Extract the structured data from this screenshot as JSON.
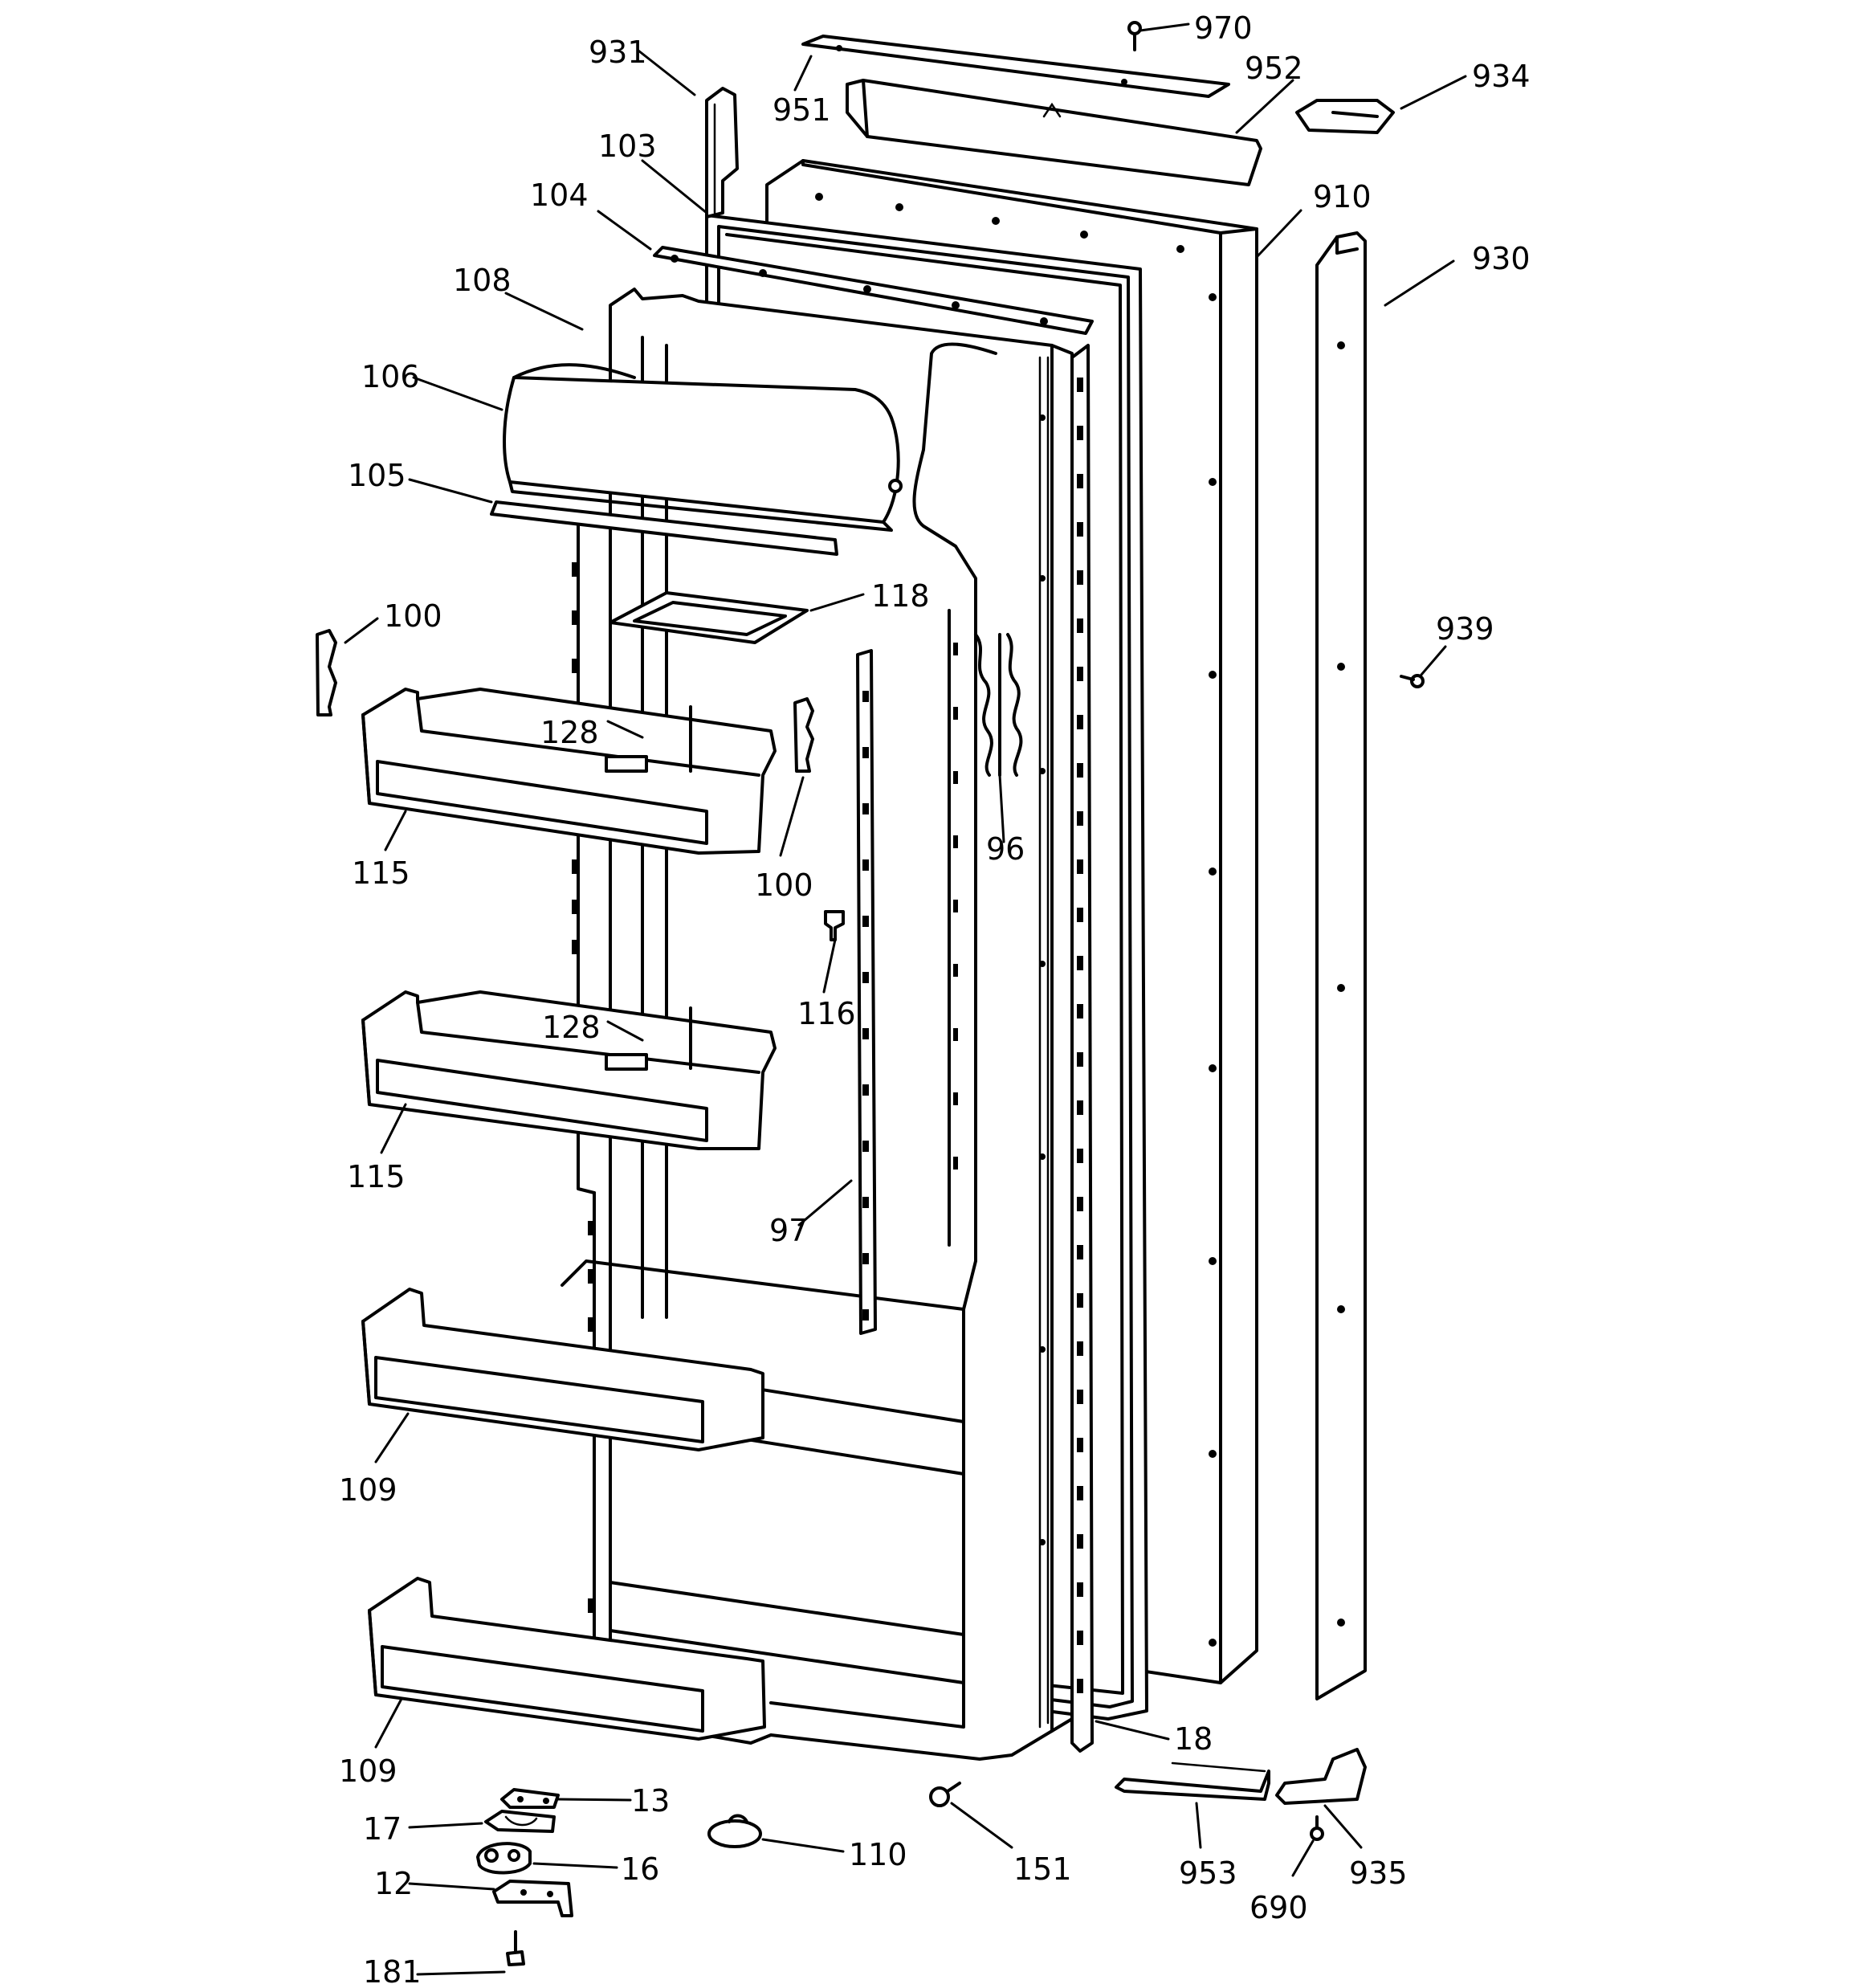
{
  "diagram": {
    "background": "#ffffff",
    "ink": "#000000",
    "callouts": [
      {
        "id": "c931",
        "text": "931"
      },
      {
        "id": "c951",
        "text": "951"
      },
      {
        "id": "c970",
        "text": "970"
      },
      {
        "id": "c952",
        "text": "952"
      },
      {
        "id": "c934",
        "text": "934"
      },
      {
        "id": "c103",
        "text": "103"
      },
      {
        "id": "c104",
        "text": "104"
      },
      {
        "id": "c910",
        "text": "910"
      },
      {
        "id": "c930",
        "text": "930"
      },
      {
        "id": "c108",
        "text": "108"
      },
      {
        "id": "c106",
        "text": "106"
      },
      {
        "id": "c105",
        "text": "105"
      },
      {
        "id": "c118",
        "text": "118"
      },
      {
        "id": "c100a",
        "text": "100"
      },
      {
        "id": "c939",
        "text": "939"
      },
      {
        "id": "c128a",
        "text": "128"
      },
      {
        "id": "c115a",
        "text": "115"
      },
      {
        "id": "c100b",
        "text": "100"
      },
      {
        "id": "c96",
        "text": "96"
      },
      {
        "id": "c116",
        "text": "116"
      },
      {
        "id": "c128b",
        "text": "128"
      },
      {
        "id": "c115b",
        "text": "115"
      },
      {
        "id": "c97",
        "text": "97"
      },
      {
        "id": "c109a",
        "text": "109"
      },
      {
        "id": "c109b",
        "text": "109"
      },
      {
        "id": "c18",
        "text": "18"
      },
      {
        "id": "c13",
        "text": "13"
      },
      {
        "id": "c17",
        "text": "17"
      },
      {
        "id": "c110",
        "text": "110"
      },
      {
        "id": "c151",
        "text": "151"
      },
      {
        "id": "c16",
        "text": "16"
      },
      {
        "id": "c953",
        "text": "953"
      },
      {
        "id": "c935",
        "text": "935"
      },
      {
        "id": "c12",
        "text": "12"
      },
      {
        "id": "c690",
        "text": "690"
      },
      {
        "id": "c181",
        "text": "181"
      }
    ]
  }
}
